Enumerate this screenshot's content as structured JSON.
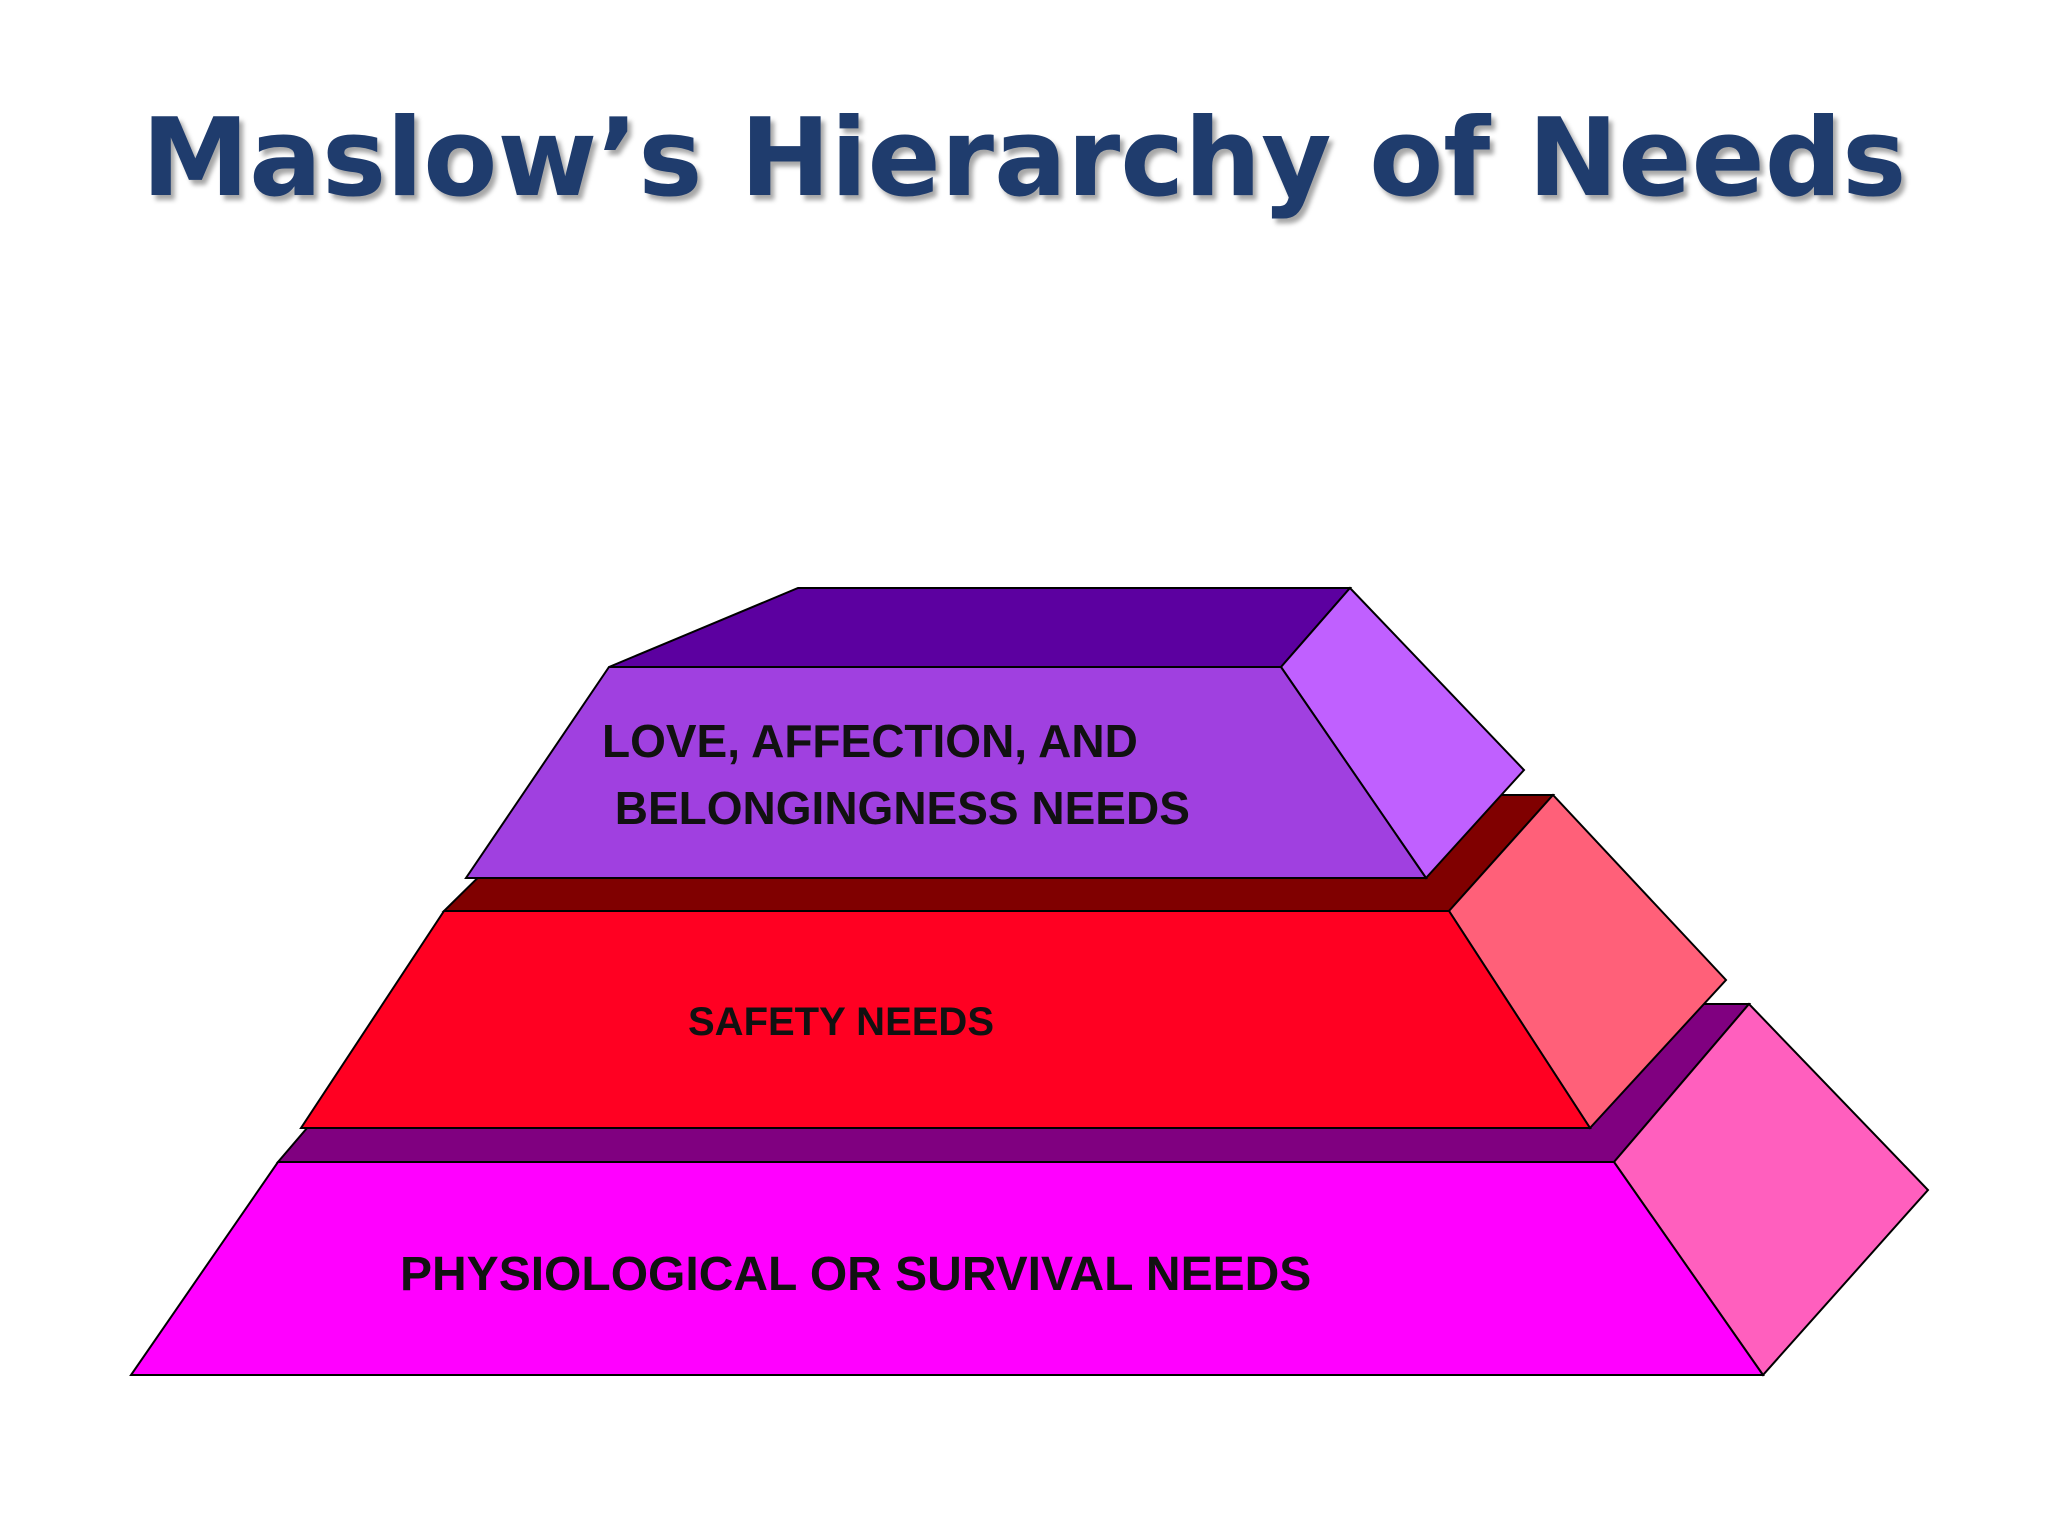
{
  "title": "Maslow’s Hierarchy of Needs",
  "colors": {
    "title": "#1f3c6d",
    "tier_bottom_front": "#ff00ff",
    "tier_bottom_top": "#800080",
    "tier_bottom_side": "#ff5fbe",
    "tier_middle_front": "#ff0022",
    "tier_middle_top": "#800000",
    "tier_middle_side": "#ff6079",
    "tier_top_front": "#a040e0",
    "tier_top_top": "#5c00a0",
    "tier_top_side": "#c060ff"
  },
  "tiers": [
    {
      "name": "top",
      "label_lines": [
        "LOVE, AFFECTION, AND",
        " BELONGINGNESS NEEDS"
      ]
    },
    {
      "name": "middle",
      "label_lines": [
        "SAFETY NEEDS"
      ]
    },
    {
      "name": "bottom",
      "label_lines": [
        "PHYSIOLOGICAL OR SURVIVAL NEEDS"
      ]
    }
  ]
}
